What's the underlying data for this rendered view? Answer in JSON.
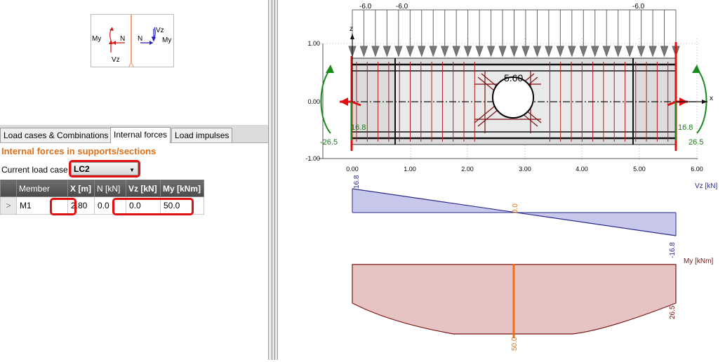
{
  "sign_convention": {
    "my_left": "My",
    "n_left": "N",
    "vz_left": "Vz",
    "n_right": "N",
    "vz_right": "Vz",
    "my_right": "My"
  },
  "tabs": [
    {
      "label": "Load cases & Combinations",
      "active": false
    },
    {
      "label": "Internal forces",
      "active": true
    },
    {
      "label": "Load impulses",
      "active": false
    }
  ],
  "section_title": "Internal forces in supports/sections",
  "load_case": {
    "label": "Current load case",
    "value": "LC2"
  },
  "table": {
    "headers": [
      "Member",
      "X [m]",
      "N [kN]",
      "Vz [kN]",
      "My [kNm]"
    ],
    "rows": [
      {
        "selector": ">",
        "member": "M1",
        "x": "2.80",
        "n": "0.0",
        "vz": "0.0",
        "my": "50.0"
      }
    ]
  },
  "model_view": {
    "load_labels": [
      "-6.0",
      "-6.0",
      "-6.0"
    ],
    "y_ticks": [
      "1.00",
      "0.00",
      "-1.00"
    ],
    "x_ticks": [
      "0.00",
      "1.00",
      "2.00",
      "3.00",
      "4.00",
      "5.00",
      "6.00"
    ],
    "axis_z": "z",
    "axis_x": "x",
    "dimension": "5.60",
    "left_reaction": "16.8",
    "right_reaction": "16.8",
    "left_moment": "-26.5",
    "right_moment": "26.5"
  },
  "vz_diagram": {
    "title": "Vz [kN]",
    "value_left": "16.8",
    "value_mid": "0.0",
    "value_right": "-16.8",
    "fill": "#c8c8ec",
    "stroke": "#2a2a8a"
  },
  "my_diagram": {
    "title": "My [kNm]",
    "value_right": "26.5",
    "value_mid": "50.0",
    "fill": "#e6c4c4",
    "stroke": "#7a1414",
    "section_color": "#f07010"
  }
}
